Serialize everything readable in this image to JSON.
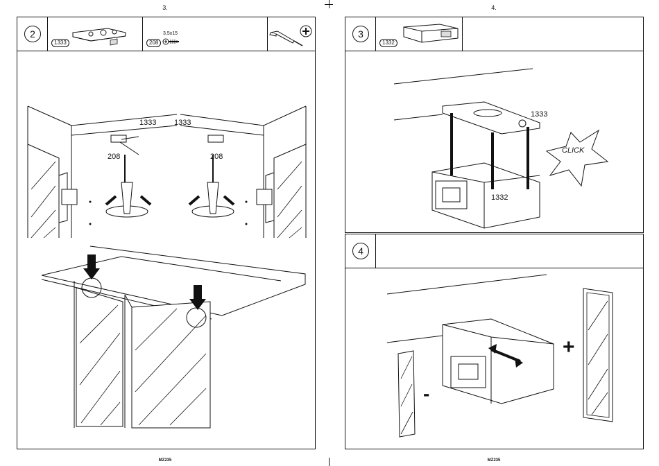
{
  "left_page": {
    "page_number": "3.",
    "model_code": "MZ235",
    "step": {
      "number": "2",
      "parts": [
        {
          "code": "1333",
          "icon": "hinge-plate-icon"
        },
        {
          "code": "208",
          "spec": "3,5x15",
          "icon": "screw-icon"
        }
      ],
      "tool": "phillips-screwdriver-icon",
      "labels": [
        "1333",
        "208",
        "1333",
        "208"
      ]
    }
  },
  "right_page": {
    "page_number": "4.",
    "model_code": "MZ235",
    "step3": {
      "number": "3",
      "part_code": "1332",
      "labels": {
        "plate": "1333",
        "body": "1332",
        "sound": "CLICK"
      }
    },
    "step4": {
      "number": "4",
      "adjust": {
        "minus": "-",
        "plus": "+"
      }
    }
  }
}
